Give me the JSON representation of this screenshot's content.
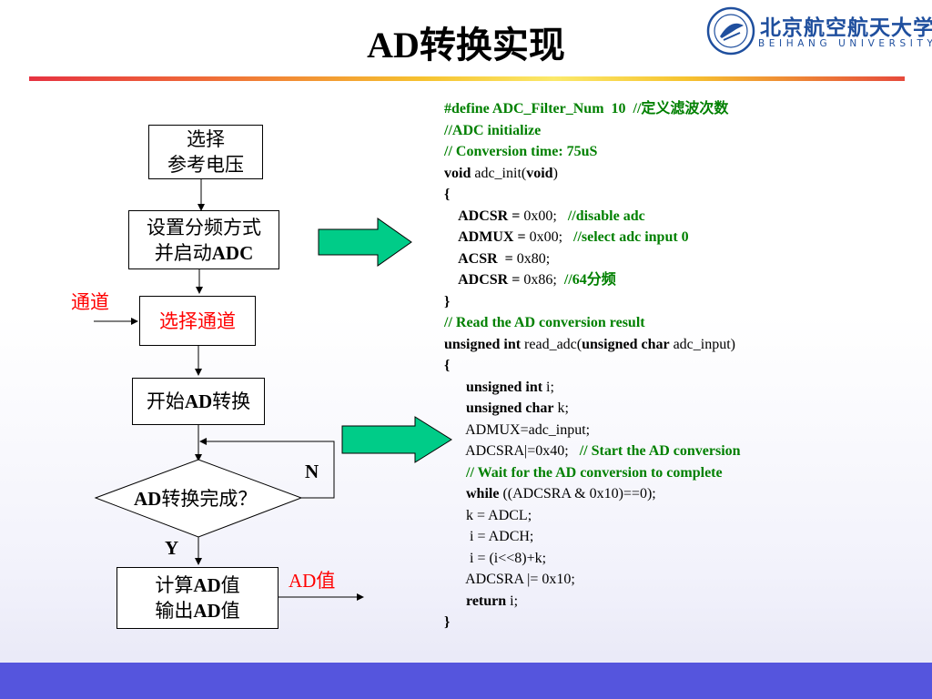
{
  "title": "AD转换实现",
  "logo": {
    "name_cn": "北京航空航天大学",
    "name_en": "BEIHANG UNIVERSITY"
  },
  "flowchart": {
    "box1": [
      "选择",
      "参考电压"
    ],
    "box2_line1": "设置分频方式",
    "box2_line2_cn": "并启动",
    "box2_line2_b": "ADC",
    "channel_label": "通道",
    "box3": "选择通道",
    "box4_a": "开始",
    "box4_b": "AD",
    "box4_c": "转换",
    "diamond_b": "AD",
    "diamond_c": "转换完成？",
    "label_n": "N",
    "label_y": "Y",
    "box5_l1_a": "计算",
    "box5_l1_b": "AD",
    "box5_l1_c": "值",
    "box5_l2_a": "输出",
    "box5_l2_b": "AD",
    "box5_l2_c": "值",
    "output_label": "AD值"
  },
  "code": [
    [
      {
        "t": "#define ADC_Filter_Num  10  ",
        "s": "g"
      },
      {
        "t": "//定义滤波次数",
        "s": "g"
      }
    ],
    [
      {
        "t": "//ADC initialize",
        "s": "g"
      }
    ],
    [
      {
        "t": "// Conversion time: 75uS",
        "s": "g"
      }
    ],
    [
      {
        "t": "void",
        "s": "b"
      },
      {
        "t": " adc_init(",
        "s": "n"
      },
      {
        "t": "void",
        "s": "b"
      },
      {
        "t": ")",
        "s": "n"
      }
    ],
    [
      {
        "t": "{",
        "s": "b"
      }
    ],
    [
      {
        "t": "    ADCSR = ",
        "s": "b"
      },
      {
        "t": "0x00;   ",
        "s": "n"
      },
      {
        "t": "//disable adc",
        "s": "g"
      }
    ],
    [
      {
        "t": "    ADMUX = ",
        "s": "b"
      },
      {
        "t": "0x00;   ",
        "s": "n"
      },
      {
        "t": "//select adc input 0",
        "s": "g"
      }
    ],
    [
      {
        "t": "    ACSR  = ",
        "s": "b"
      },
      {
        "t": "0x80;",
        "s": "n"
      }
    ],
    [
      {
        "t": "    ADCSR = ",
        "s": "b"
      },
      {
        "t": "0x86;  ",
        "s": "n"
      },
      {
        "t": "//64分频",
        "s": "g"
      }
    ],
    [
      {
        "t": "}",
        "s": "b"
      }
    ],
    [
      {
        "t": "// Read the AD conversion result",
        "s": "g"
      }
    ],
    [
      {
        "t": "unsigned int",
        "s": "b"
      },
      {
        "t": " read_adc(",
        "s": "n"
      },
      {
        "t": "unsigned char",
        "s": "b"
      },
      {
        "t": " adc_input)",
        "s": "n"
      }
    ],
    [
      {
        "t": "{",
        "s": "b"
      }
    ],
    [
      {
        "t": "      unsigned int",
        "s": "b"
      },
      {
        "t": " i;",
        "s": "n"
      }
    ],
    [
      {
        "t": "      unsigned char",
        "s": "b"
      },
      {
        "t": " k;",
        "s": "n"
      }
    ],
    [
      {
        "t": "      ADMUX=adc_input;",
        "s": "n"
      }
    ],
    [
      {
        "t": "      ADCSRA|=0x40;   ",
        "s": "n"
      },
      {
        "t": "// ",
        "s": "g"
      },
      {
        "t": "Start the AD conversion",
        "s": "g"
      }
    ],
    [
      {
        "t": "      // Wait for the AD conversion to complete",
        "s": "g"
      }
    ],
    [
      {
        "t": "      while",
        "s": "b"
      },
      {
        "t": " ((ADCSRA & 0x10)==0);",
        "s": "n"
      }
    ],
    [
      {
        "t": "      k = ADCL;",
        "s": "n"
      }
    ],
    [
      {
        "t": "       i = ADCH;",
        "s": "n"
      }
    ],
    [
      {
        "t": "       i = (i<<8)+k;",
        "s": "n"
      }
    ],
    [
      {
        "t": "      ADCSRA |= 0x10;",
        "s": "n"
      }
    ],
    [
      {
        "t": "      return",
        "s": "b"
      },
      {
        "t": " i;",
        "s": "n"
      }
    ],
    [
      {
        "t": "}",
        "s": "b"
      }
    ]
  ],
  "colors": {
    "comment": "#008000",
    "arrow_fill": "#00cc88",
    "footer": "#5555dd",
    "label_red": "#ff0000"
  }
}
